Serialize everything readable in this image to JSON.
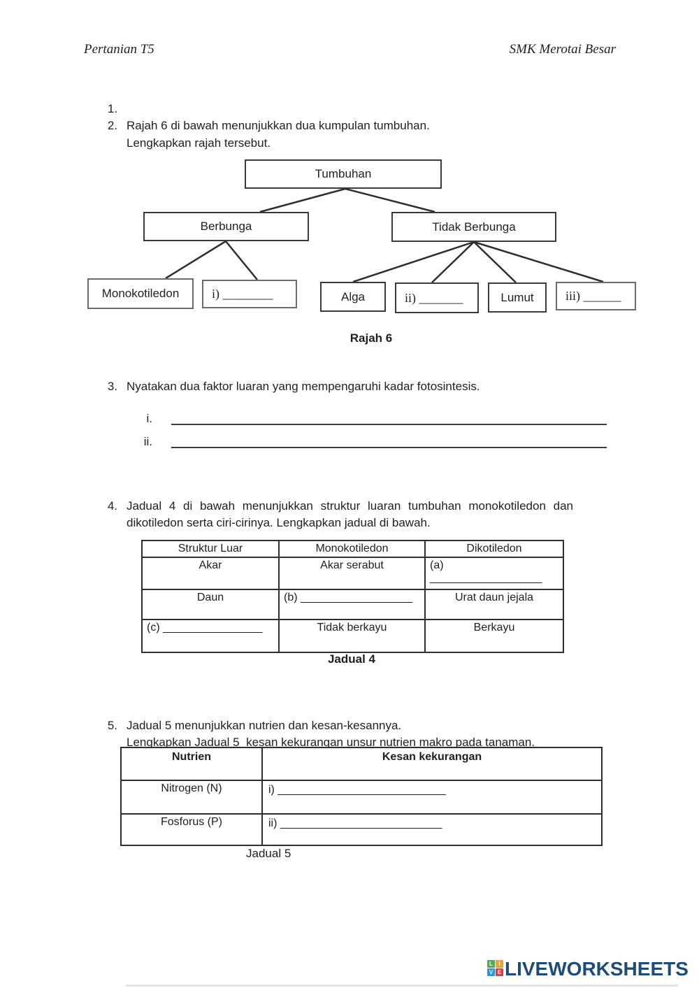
{
  "header": {
    "left": "Pertanian T5",
    "right": "SMK Merotai Besar"
  },
  "q1": {
    "number": "1."
  },
  "q2": {
    "number": "2.",
    "line1": "Rajah 6 di bawah menunjukkan dua kumpulan tumbuhan.",
    "line2": "Lengkapkan rajah tersebut."
  },
  "diagram": {
    "root": "Tumbuhan",
    "left_branch": "Berbunga",
    "right_branch": "Tidak Berbunga",
    "leaf_monokotiledon": "Monokotiledon",
    "leaf_blank_i": "i) ________",
    "leaf_alga": "Alga",
    "leaf_blank_ii": "ii) _______",
    "leaf_lumut": "Lumut",
    "leaf_blank_iii": "iii) ______",
    "caption": "Rajah 6"
  },
  "q3": {
    "number": "3.",
    "text": "Nyatakan dua faktor luaran yang mempengaruhi kadar fotosintesis.",
    "item1_label": "i.",
    "item2_label": "ii."
  },
  "q4": {
    "number": "4.",
    "line1": "Jadual 4 di bawah menunjukkan struktur luaran tumbuhan monokotiledon dan",
    "line2": "dikotiledon serta ciri-cirinya. Lengkapkan jadual di bawah."
  },
  "table4": {
    "headers": [
      "Struktur Luar",
      "Monokotiledon",
      "Dikotiledon"
    ],
    "rows": [
      [
        "Akar",
        "Akar serabut",
        "(a) __________________"
      ],
      [
        "Daun",
        "(b) __________________",
        "Urat daun jejala"
      ],
      [
        "(c) ________________",
        "Tidak berkayu",
        "Berkayu"
      ]
    ],
    "caption": "Jadual 4"
  },
  "q5": {
    "number": "5.",
    "line1": "Jadual 5 menunjukkan nutrien dan kesan-kesannya.",
    "line2": "Lengkapkan Jadual 5  kesan kekurangan unsur nutrien makro pada tanaman.",
    "caption": "Jadual 5"
  },
  "table5": {
    "headers": [
      "Nutrien",
      "Kesan kekurangan"
    ],
    "rows": [
      [
        "Nitrogen (N)",
        "i) ___________________________"
      ],
      [
        "Fosforus (P)",
        "ii) __________________________"
      ]
    ]
  },
  "footer": {
    "logo_text": "LIVEWORKSHEETS",
    "logo_text_color": "#1E4B7A",
    "logo_squares": [
      {
        "letter": "L",
        "color": "#4CAF50"
      },
      {
        "letter": "I",
        "color": "#F6A21C"
      },
      {
        "letter": "V",
        "color": "#2196F3"
      },
      {
        "letter": "E",
        "color": "#E53935"
      }
    ]
  }
}
